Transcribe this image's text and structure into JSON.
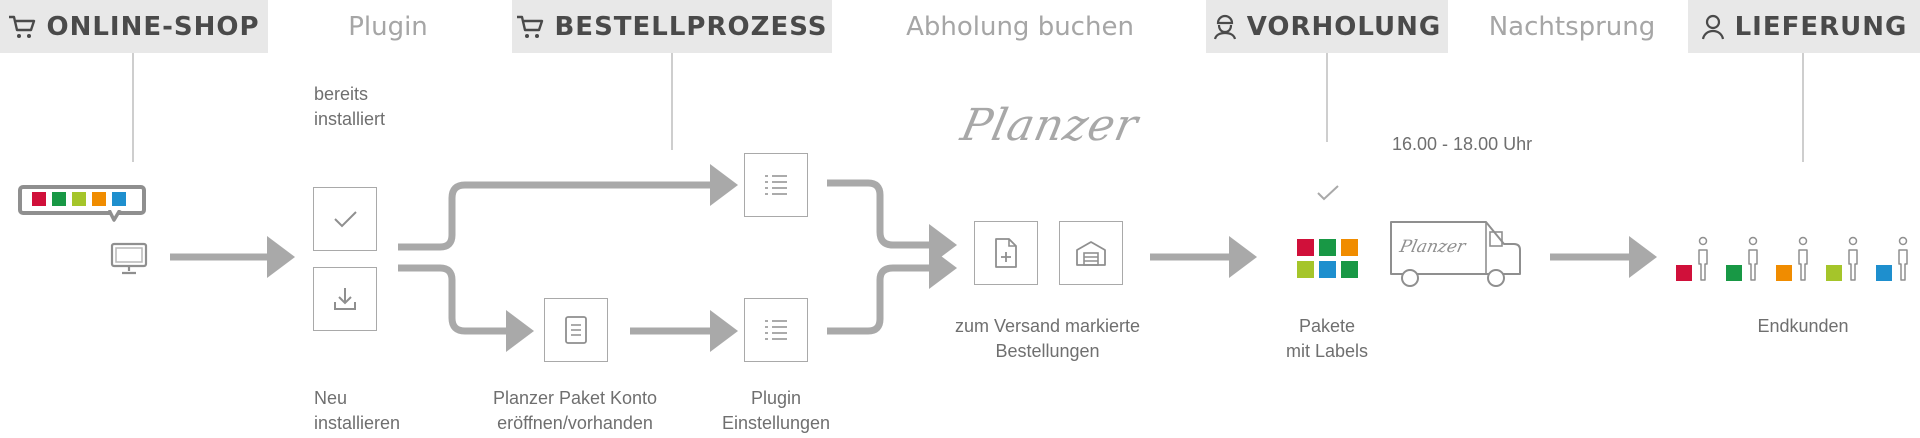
{
  "stages": {
    "online_shop": "ONLINE-SHOP",
    "plugin": "Plugin",
    "bestellprozess": "BESTELLPROZESS",
    "abholung": "Abholung buchen",
    "vorholung": "VORHOLUNG",
    "nachtsprung": "Nachtsprung",
    "lieferung": "LIEFERUNG"
  },
  "labels": {
    "bereits_line1": "bereits",
    "bereits_line2": "installiert",
    "neu_line1": "Neu",
    "neu_line2": "installieren",
    "konto_line1": "Planzer Paket Konto",
    "konto_line2": "eröffnen/vorhanden",
    "plugin_einst_line1": "Plugin",
    "plugin_einst_line2": "Einstellungen",
    "versand_line1": "zum Versand markierte",
    "versand_line2": "Bestellungen",
    "pakete_line1": "Pakete",
    "pakete_line2": "mit Labels",
    "time": "16.00 - 18.00 Uhr",
    "endkunden": "Endkunden"
  },
  "brand": {
    "logo": "Planzer",
    "truck_logo": "Planzer"
  },
  "colors": {
    "red": "#d0103a",
    "green": "#189845",
    "lime": "#a5c52a",
    "orange": "#f08c00",
    "blue": "#1e8fce",
    "arrow": "#a9a9a9",
    "header_bg": "#e8e8e8"
  },
  "icons": [
    "cart-icon",
    "worker-icon",
    "person-icon",
    "monitor-icon",
    "check-icon",
    "download-icon",
    "document-icon",
    "list-icon",
    "add-file-icon",
    "warehouse-icon",
    "truck-icon"
  ]
}
